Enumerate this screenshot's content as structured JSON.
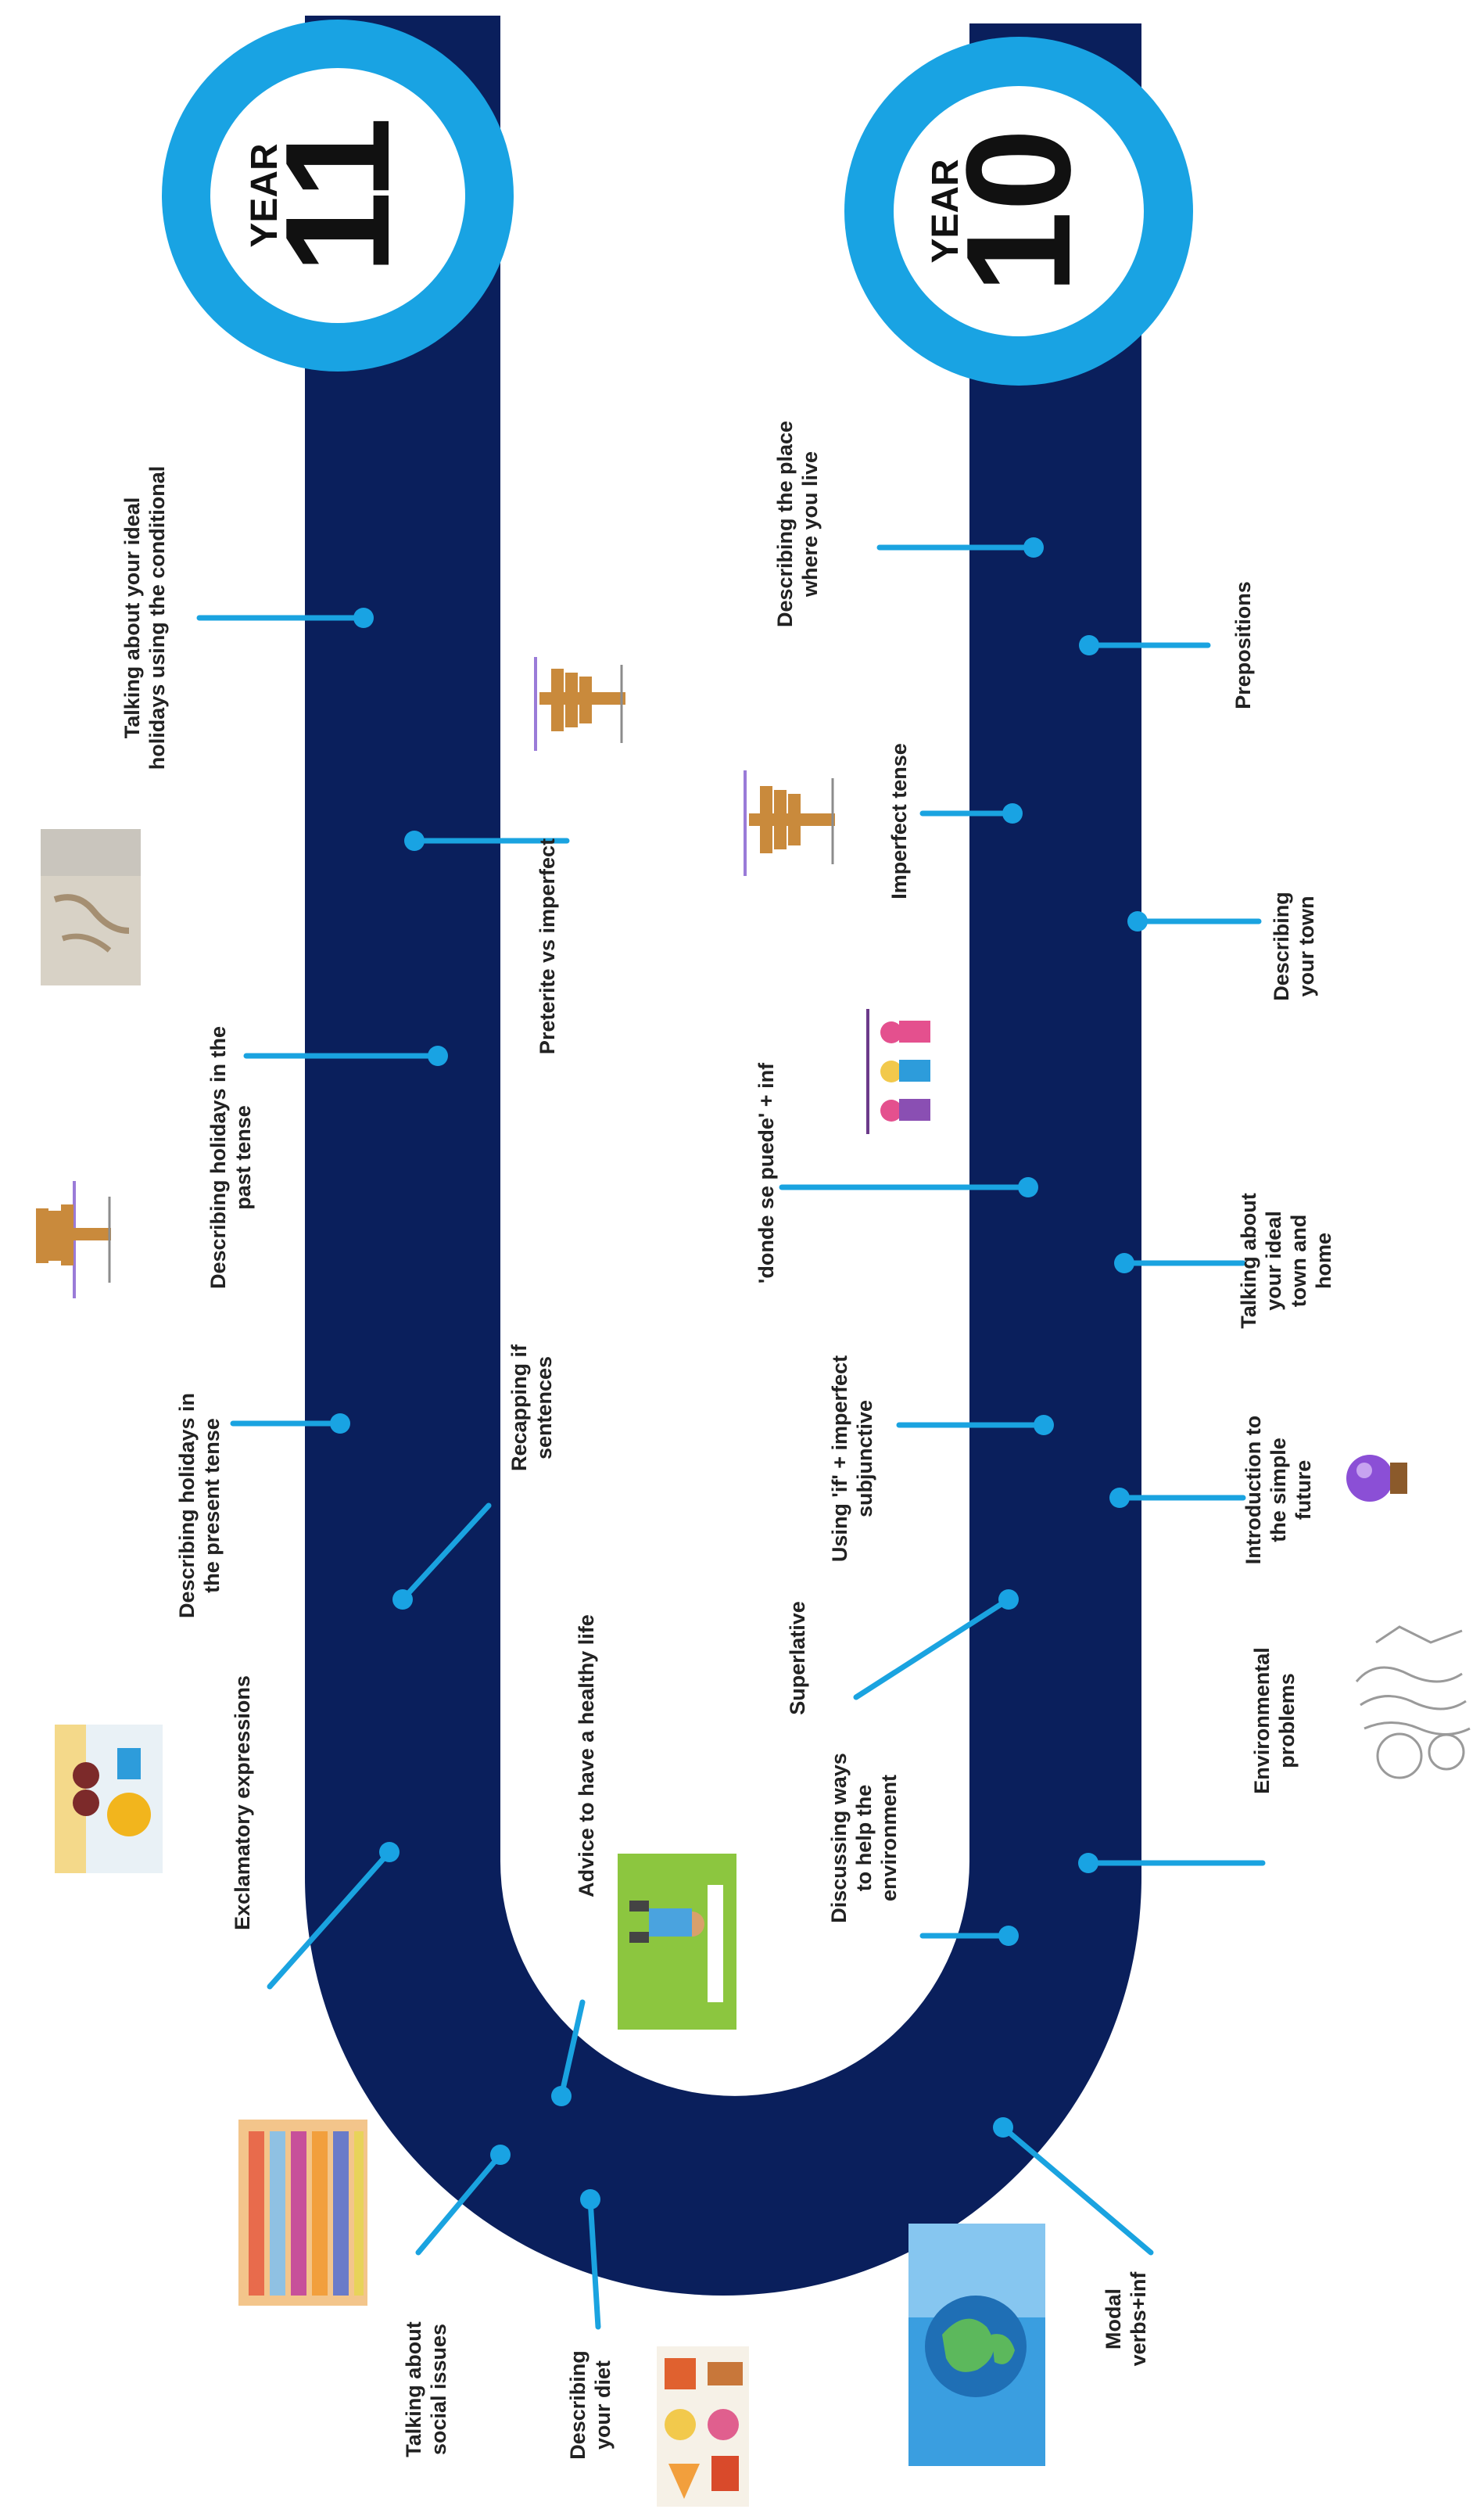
{
  "year11": {
    "word": "YEAR",
    "number": "11"
  },
  "year10": {
    "word": "YEAR",
    "number": "10"
  },
  "colors": {
    "road": "#0a1f5c",
    "ring": "#19a3e3",
    "connector": "#1aa3e0",
    "dot": "#19a3e3",
    "text": "#222222",
    "background": "#ffffff"
  },
  "milestones": {
    "y11_conditional": [
      "Talking about your ideal",
      "holidays using the conditional"
    ],
    "y11_preterite_imperfect": [
      "Preterite vs imperfect"
    ],
    "y11_holidays_past": [
      "Describing holidays in the",
      "past tense"
    ],
    "y11_holidays_present": [
      "Describing holidays in",
      "the present tense"
    ],
    "y11_recapping_if": [
      "Recapping if",
      "sentences"
    ],
    "y11_exclamatory": [
      "Exclamatory expressions"
    ],
    "y11_healthy_life": [
      "Advice to have a healthy life"
    ],
    "y11_social_issues": [
      "Talking about",
      "social issues"
    ],
    "y11_diet": [
      "Describing",
      "your diet"
    ],
    "y10_place": [
      "Describing the place",
      "where you live"
    ],
    "y10_prepositions": [
      "Prepositions"
    ],
    "y10_imperfect": [
      "Imperfect tense"
    ],
    "y10_town": [
      "Describing",
      "your town"
    ],
    "y10_donde": [
      "'donde se puede' + inf"
    ],
    "y10_ideal_town": [
      "Talking about",
      "your ideal",
      "town and",
      "home"
    ],
    "y10_if_subjunctive": [
      "Using 'if' + imperfect",
      "subjunctive"
    ],
    "y10_future": [
      "Introduction to",
      "the simple",
      "future"
    ],
    "y10_superlative": [
      "Superlative"
    ],
    "y10_environment_help": [
      "Discussing ways",
      "to help the",
      "environment"
    ],
    "y10_env_problems": [
      "Environmental",
      "problems"
    ],
    "y10_modal": [
      "Modal",
      "verbs+inf"
    ]
  },
  "images": [
    {
      "id": "beach-photo",
      "icon": "sand-writing-beach"
    },
    {
      "id": "signpost-1",
      "icon": "signpost"
    },
    {
      "id": "signpost-2",
      "icon": "signpost"
    },
    {
      "id": "signpost-3",
      "icon": "signpost"
    },
    {
      "id": "beach-items",
      "icon": "beach-sunglasses-ball"
    },
    {
      "id": "people-icons",
      "icon": "people-group"
    },
    {
      "id": "crowd-illustration",
      "icon": "crowd"
    },
    {
      "id": "exercise-illustration",
      "icon": "person-exercising"
    },
    {
      "id": "food-illustration",
      "icon": "fast-food"
    },
    {
      "id": "earth-globe",
      "icon": "earth-globe"
    },
    {
      "id": "crystal-ball",
      "icon": "crystal-ball"
    },
    {
      "id": "environment-sketch",
      "icon": "pollution-sketch"
    }
  ]
}
